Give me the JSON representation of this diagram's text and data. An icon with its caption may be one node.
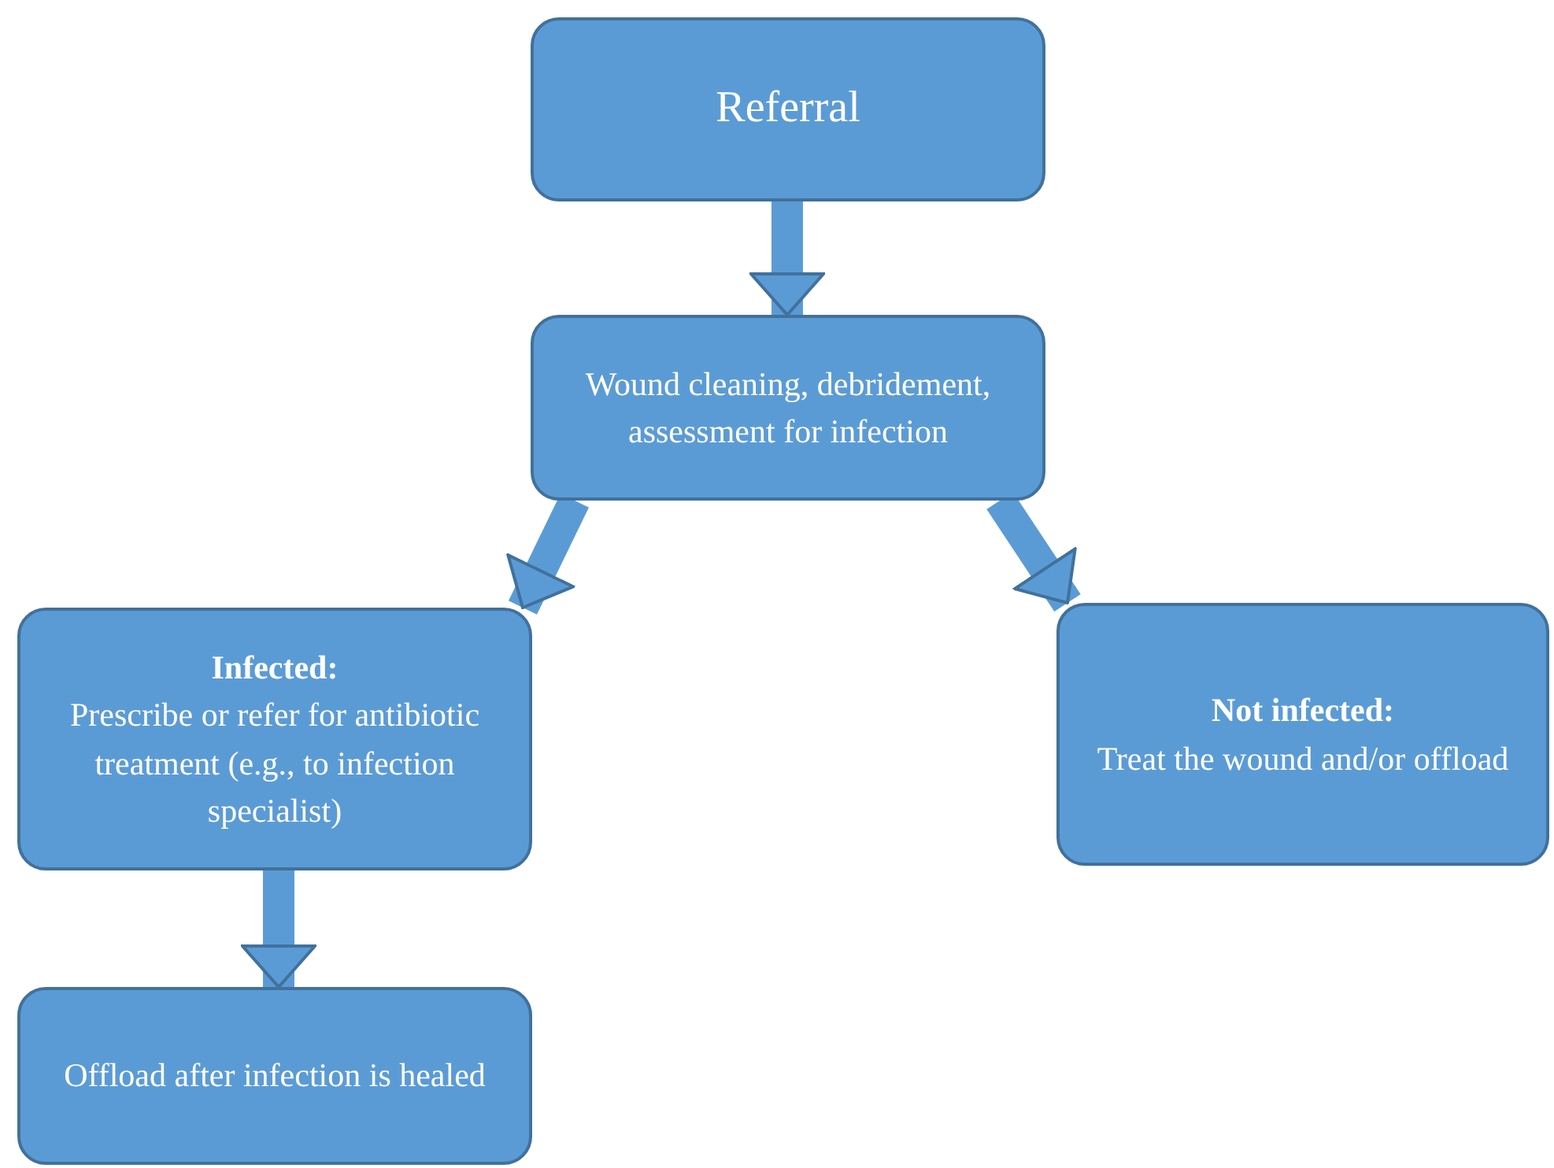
{
  "diagram": {
    "nodes": [
      {
        "text": [
          "Referral"
        ]
      },
      {
        "text": [
          "Wound cleaning, debridement, assessment for infection"
        ]
      },
      {
        "text": [
          "Infected:",
          "Prescribe or refer for antibiotic treatment (e.g., to infection specialist)"
        ]
      },
      {
        "text": [
          "Not infected:",
          "Treat the wound and/or offload"
        ]
      },
      {
        "text": [
          "Offload after infection is healed"
        ]
      }
    ],
    "edges": [
      {
        "from": 0,
        "to": 1,
        "arrow": "to"
      },
      {
        "from": 1,
        "to": 2,
        "arrow": "to"
      },
      {
        "from": 1,
        "to": 3,
        "arrow": "to"
      },
      {
        "from": 2,
        "to": 4,
        "arrow": "to"
      }
    ]
  }
}
